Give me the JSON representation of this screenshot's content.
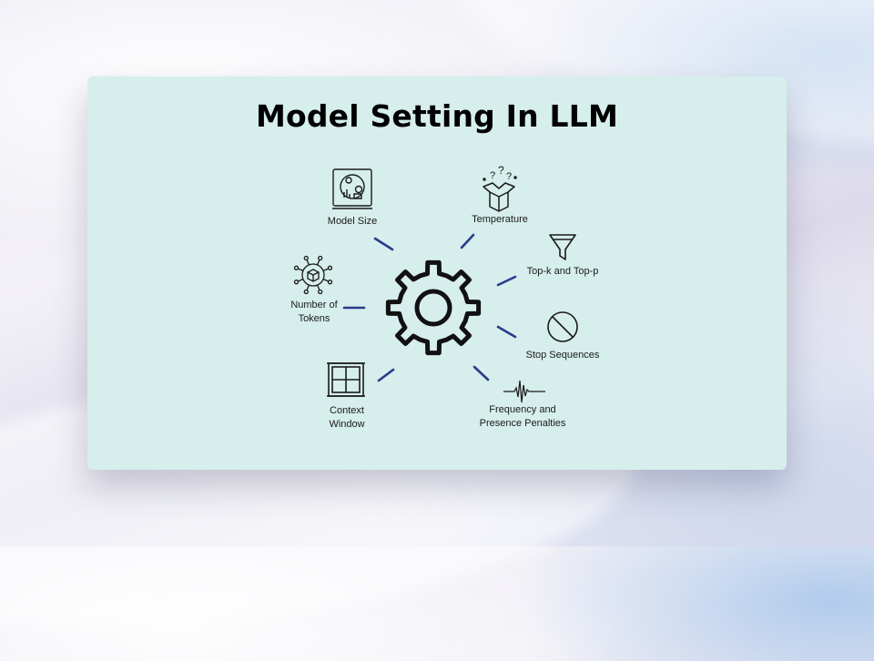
{
  "title": "Model Setting In LLM",
  "center": {
    "icon": "gear-icon"
  },
  "items": [
    {
      "id": "model-size",
      "label": "Model Size",
      "icon": "model-analytics-icon"
    },
    {
      "id": "temperature",
      "label": "Temperature",
      "icon": "open-box-question-icon"
    },
    {
      "id": "top-k-top-p",
      "label": "Top-k and Top-p",
      "icon": "funnel-icon"
    },
    {
      "id": "stop-sequences",
      "label": "Stop Sequences",
      "icon": "prohibited-icon"
    },
    {
      "id": "frequency-presence",
      "label_line1": "Frequency and",
      "label_line2": "Presence Penalties",
      "icon": "waveform-icon"
    },
    {
      "id": "context-window",
      "label_line1": "Context",
      "label_line2": "Window",
      "icon": "window-icon"
    },
    {
      "id": "number-of-tokens",
      "label_line1": "Number of",
      "label_line2": "Tokens",
      "icon": "token-chip-icon"
    }
  ],
  "colors": {
    "card": "#d6eeec",
    "connector": "#2c3a8c",
    "icon": "#1a1a1a"
  }
}
